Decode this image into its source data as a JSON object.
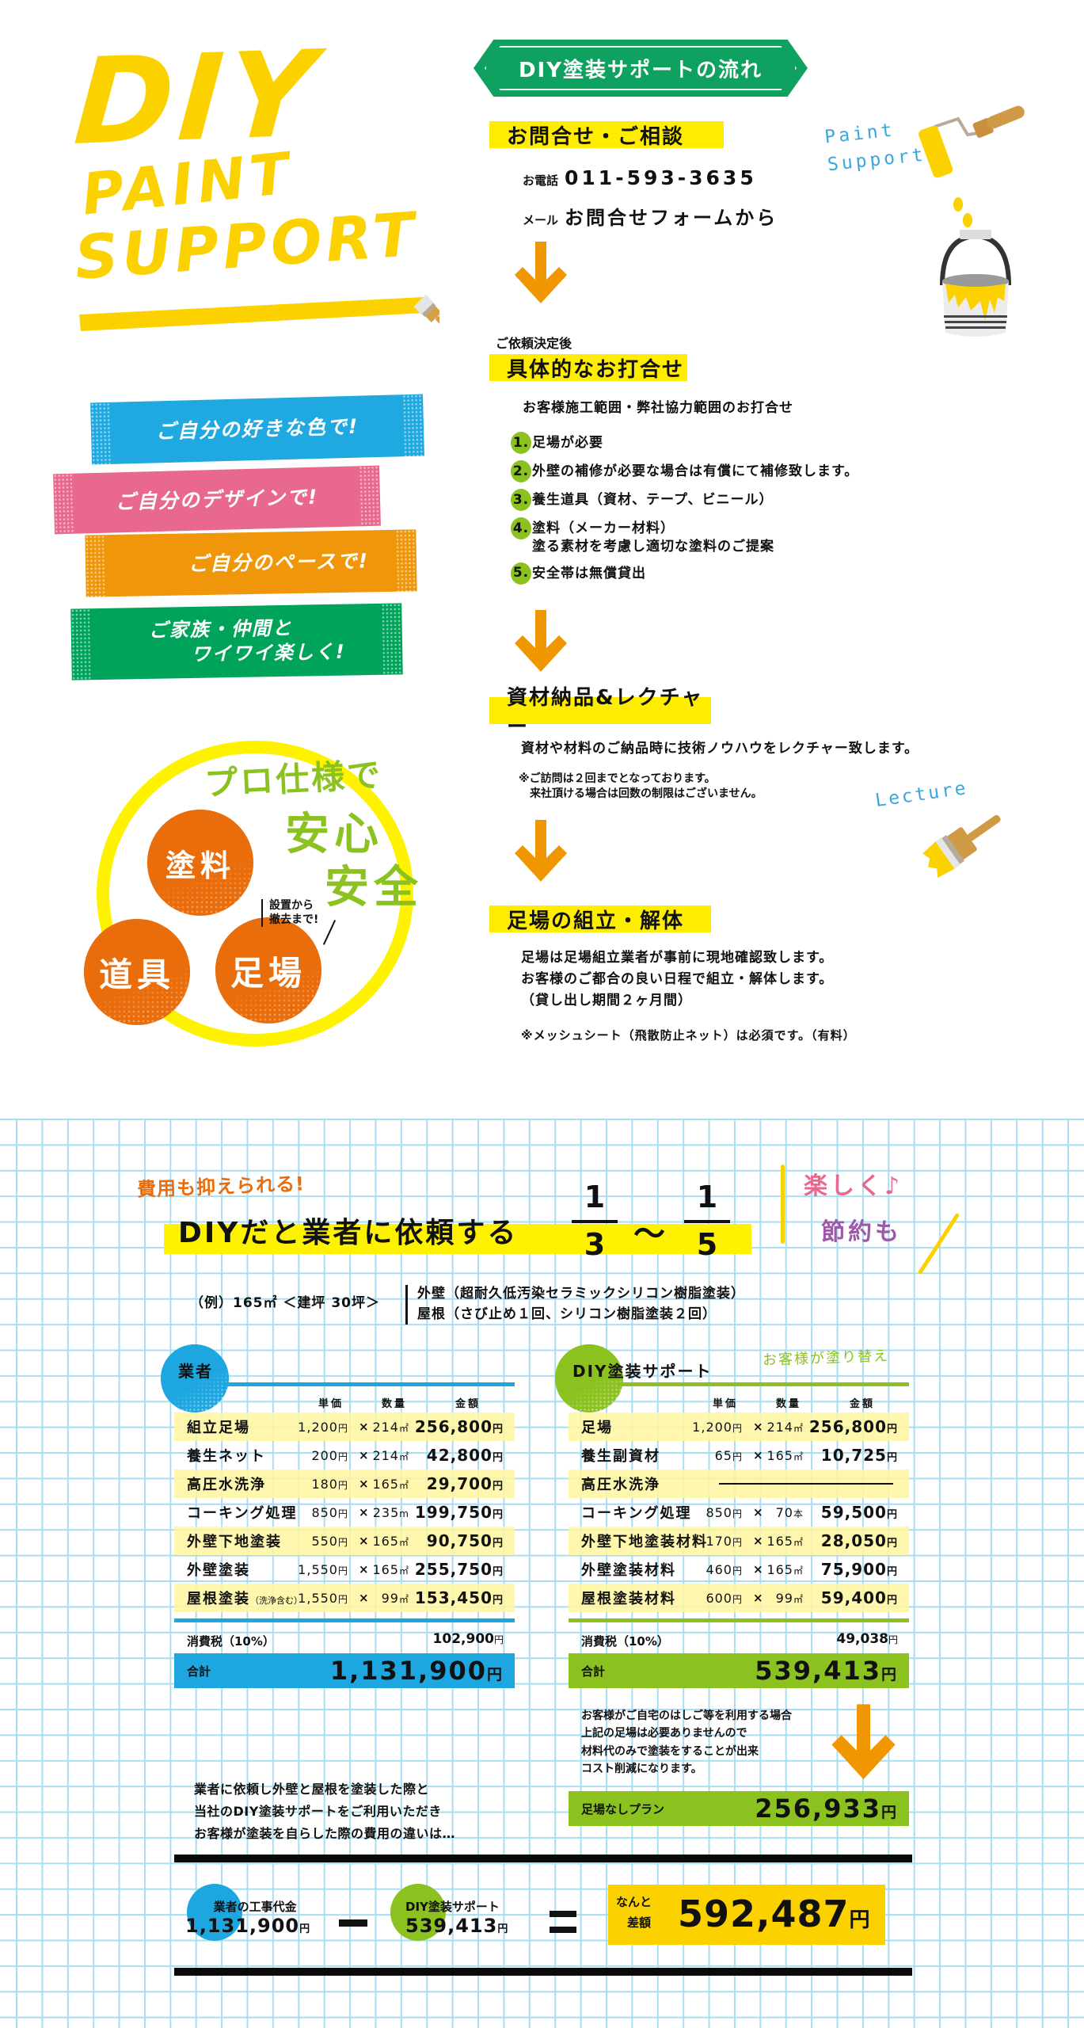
{
  "hero": {
    "logo_line1": "DIY",
    "logo_line2": "PAINT",
    "logo_line3": "SUPPORT",
    "logo_color": "#fcd100",
    "taglines": [
      {
        "text": "ご自分の好きな色で!",
        "color": "#20a9e1"
      },
      {
        "text": "ご自分のデザインで!",
        "color": "#e8698d"
      },
      {
        "text": "ご自分のペースで!",
        "color": "#f0960a"
      },
      {
        "text_line1": "ご家族・仲間と",
        "text_line2": "ワイワイ楽しく!",
        "color": "#00a35a"
      }
    ],
    "pro_badge": {
      "heading_line1": "プロ仕様で",
      "heading_line2": "安心",
      "heading_line3": "安全",
      "items": [
        "塗料",
        "道具",
        "足場"
      ],
      "scaffold_note_line1": "設置から",
      "scaffold_note_line2": "撤去まで!",
      "ring_color": "#fff200",
      "heading_color": "#8cc21f",
      "item_color": "#ea6d0c"
    }
  },
  "flow": {
    "title": "DIY塗装サポートの流れ",
    "title_color": "#0fa15f",
    "deco_paint_support_line1": "Paint",
    "deco_paint_support_line2": "Support",
    "deco_lecture": "Lecture",
    "steps": [
      {
        "heading": "お問合せ・ご相談",
        "phone_label": "お電話",
        "phone": "011-593-3635",
        "mail_label": "メール",
        "mail_value": "お問合せフォームから"
      },
      {
        "pre_heading": "ご依頼決定後",
        "heading": "具体的なお打合せ",
        "intro": "お客様施工範囲・弊社協力範囲のお打合せ",
        "items": [
          {
            "num": "1.",
            "line1": "足場が必要"
          },
          {
            "num": "2.",
            "line1": "外壁の補修が必要な場合は有償にて補修致します。"
          },
          {
            "num": "3.",
            "line1": "養生道具（資材、テープ、ビニール）"
          },
          {
            "num": "4.",
            "line1": "塗料（メーカー材料）",
            "line2": "塗る素材を考慮し適切な塗料のご提案"
          },
          {
            "num": "5.",
            "line1": "安全帯は無償貸出"
          }
        ]
      },
      {
        "heading": "資材納品&レクチャー",
        "body": "資材や材料のご納品時に技術ノウハウをレクチャー致します。",
        "note_line1": "※ご訪問は２回までとなっております。",
        "note_line2": "来社頂ける場合は回数の制限はございません。"
      },
      {
        "heading": "足場の組立・解体",
        "body_line1": "足場は足場組立業者が事前に現地確認致します。",
        "body_line2": "お客様のご都合の良い日程で組立・解体します。",
        "body_line3": "（貸し出し期間２ヶ月間）",
        "note": "※メッシュシート（飛散防止ネット）は必須です。（有料）"
      }
    ],
    "highlight_color": "#ffed00",
    "arrow_color": "#f09600"
  },
  "cost": {
    "kicker": "費用も抑えられる!",
    "headline": "DIYだと業者に依頼する",
    "fraction_a": {
      "numerator": "1",
      "denominator": "3"
    },
    "tilde": "〜",
    "fraction_b": {
      "numerator": "1",
      "denominator": "5"
    },
    "deco_line1": "楽しく♪",
    "deco_line2": "節約も",
    "example_label": "（例）165㎡ ＜建坪 30坪＞",
    "example_wall": "外壁（超耐久低汚染セラミックシリコン樹脂塗装）",
    "example_roof": "屋根（さび止め１回、シリコン樹脂塗装２回）",
    "columns": {
      "unit": "単価",
      "qty": "数量",
      "amount": "金額"
    },
    "contractor": {
      "title": "業者",
      "color": "#1ea6e0",
      "rows": [
        {
          "name": "組立足場",
          "unit": "1,200",
          "qty": "214",
          "qty_unit": "㎡",
          "amount": "256,800"
        },
        {
          "name": "養生ネット",
          "unit": "200",
          "qty": "214",
          "qty_unit": "㎡",
          "amount": "42,800"
        },
        {
          "name": "高圧水洗浄",
          "unit": "180",
          "qty": "165",
          "qty_unit": "㎡",
          "amount": "29,700"
        },
        {
          "name": "コーキング処理",
          "unit": "850",
          "qty": "235",
          "qty_unit": "m",
          "amount": "199,750"
        },
        {
          "name": "外壁下地塗装",
          "unit": "550",
          "qty": "165",
          "qty_unit": "㎡",
          "amount": "90,750"
        },
        {
          "name": "外壁塗装",
          "unit": "1,550",
          "qty": "165",
          "qty_unit": "㎡",
          "amount": "255,750"
        },
        {
          "name": "屋根塗装",
          "name_note": "（洗浄含む）",
          "unit": "1,550",
          "qty": "99",
          "qty_unit": "㎡",
          "amount": "153,450"
        }
      ],
      "tax_label": "消費税（10%）",
      "tax": "102,900",
      "total_label": "合計",
      "total": "1,131,900"
    },
    "diy": {
      "title": "DIY塗装サポート",
      "deco_note": "お客様が塗り替え",
      "color": "#8cc21f",
      "rows": [
        {
          "name": "足場",
          "unit": "1,200",
          "qty": "214",
          "qty_unit": "㎡",
          "amount": "256,800"
        },
        {
          "name": "養生副資材",
          "unit": "65",
          "qty": "165",
          "qty_unit": "㎡",
          "amount": "10,725"
        },
        {
          "name": "高圧水洗浄",
          "unit": "",
          "qty": "",
          "qty_unit": "",
          "amount": "",
          "dash": true
        },
        {
          "name": "コーキング処理",
          "unit": "850",
          "qty": "70",
          "qty_unit": "本",
          "amount": "59,500"
        },
        {
          "name": "外壁下地塗装材料",
          "unit": "170",
          "qty": "165",
          "qty_unit": "㎡",
          "amount": "28,050"
        },
        {
          "name": "外壁塗装材料",
          "unit": "460",
          "qty": "165",
          "qty_unit": "㎡",
          "amount": "75,900"
        },
        {
          "name": "屋根塗装材料",
          "unit": "600",
          "qty": "99",
          "qty_unit": "㎡",
          "amount": "59,400"
        }
      ],
      "tax_label": "消費税（10%）",
      "tax": "49,038",
      "total_label": "合計",
      "total": "539,413",
      "note_lines": [
        "お客様がご自宅のはしご等を利用する場合",
        "上記の足場は必要ありませんので",
        "材料代のみで塗装をすることが出来",
        "コスト削減になります。"
      ],
      "no_scaffold_label": "足場なしプラン",
      "no_scaffold_total": "256,933"
    },
    "yen": "円",
    "times": "×",
    "summary_lines": [
      "業者に依頼し外壁と屋根を塗装した際と",
      "当社のDIY塗装サポートをご利用いただき",
      "お客様が塗装を自らした際の費用の違いは…"
    ],
    "equation": {
      "left_label": "業者の工事代金",
      "left_value": "1,131,900",
      "minus": "−",
      "mid_label": "DIY塗装サポート",
      "mid_value": "539,413",
      "equals": "=",
      "result_prefix_line1": "なんと",
      "result_prefix_line2": "差額",
      "result_value": "592,487",
      "result_color": "#fcd100"
    },
    "grid_color": "#a9def2"
  }
}
